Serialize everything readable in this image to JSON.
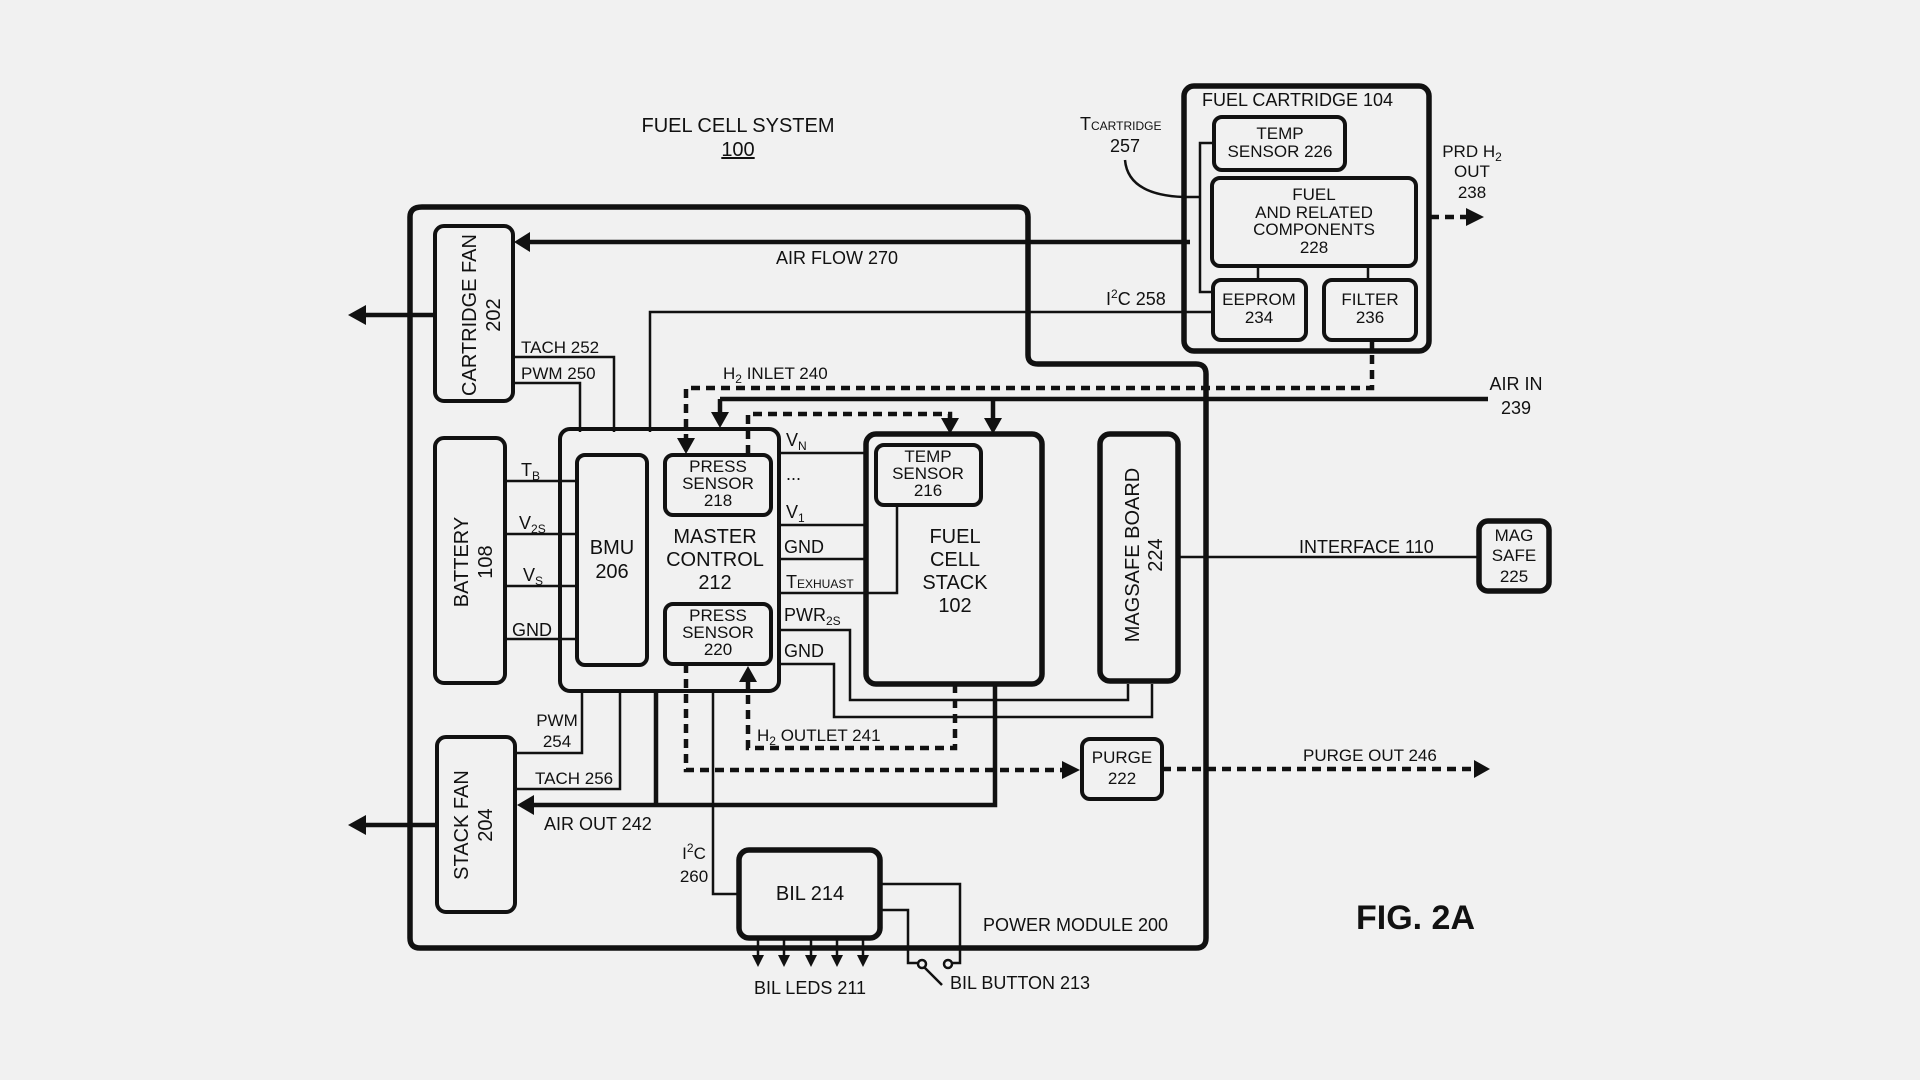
{
  "title": {
    "line1": "FUEL CELL SYSTEM",
    "ref": "100"
  },
  "figure_label": "FIG. 2A",
  "colors": {
    "background": "#f1f1f1",
    "ink": "#111111"
  },
  "power_module": {
    "label": "POWER MODULE 200"
  },
  "fuel_cartridge": {
    "label": "FUEL CARTRIDGE 104",
    "temp_sensor": {
      "line1": "TEMP",
      "line2": "SENSOR 226"
    },
    "fuel_components": {
      "line1": "FUEL",
      "line2": "AND RELATED",
      "line3": "COMPONENTS",
      "line4": "228"
    },
    "eeprom": {
      "line1": "EEPROM",
      "line2": "234"
    },
    "filter": {
      "line1": "FILTER",
      "line2": "236"
    }
  },
  "t_cartridge": {
    "main": "T",
    "sub": "CARTRIDGE",
    "ref": "257"
  },
  "prd_out": {
    "line1_main": "PRD H",
    "line1_sub": "2",
    "line2": "OUT",
    "line3": "238"
  },
  "cartridge_fan": {
    "line1": "CARTRIDGE FAN",
    "line2": "202"
  },
  "battery": {
    "line1": "BATTERY",
    "line2": "108"
  },
  "stack_fan": {
    "line1": "STACK FAN",
    "line2": "204"
  },
  "bmu": {
    "line1": "BMU",
    "line2": "206"
  },
  "master_control": {
    "line1": "MASTER",
    "line2": "CONTROL",
    "line3": "212"
  },
  "press_sensor_218": {
    "line1": "PRESS",
    "line2": "SENSOR",
    "line3": "218"
  },
  "press_sensor_220": {
    "line1": "PRESS",
    "line2": "SENSOR",
    "line3": "220"
  },
  "fuel_cell_stack": {
    "line1": "FUEL",
    "line2": "CELL",
    "line3": "STACK",
    "line4": "102"
  },
  "temp_sensor_216": {
    "line1": "TEMP",
    "line2": "SENSOR",
    "line3": "216"
  },
  "magsafe_board": {
    "line1": "MAGSAFE BOARD",
    "line2": "224"
  },
  "magsafe": {
    "line1": "MAG",
    "line2": "SAFE",
    "line3": "225"
  },
  "purge": {
    "line1": "PURGE",
    "line2": "222"
  },
  "bil": {
    "label": "BIL 214"
  },
  "signals": {
    "air_flow": "AIR FLOW 270",
    "i2c_258": {
      "main": "I",
      "sup": "2",
      "rest": "C 258"
    },
    "tach_252": "TACH 252",
    "pwm_250": "PWM 250",
    "h2_inlet": {
      "main": "H",
      "sub": "2",
      "rest": " INLET 240"
    },
    "air_in": {
      "line1": "AIR IN",
      "line2": "239"
    },
    "interface": "INTERFACE 110",
    "tb": {
      "main": "T",
      "sub": "B"
    },
    "v2s": {
      "main": "V",
      "sub": "2S"
    },
    "vs": {
      "main": "V",
      "sub": "S"
    },
    "gnd_batt": "GND",
    "vn": {
      "main": "V",
      "sub": "N"
    },
    "ellipsis": "...",
    "v1": {
      "main": "V",
      "sub": "1"
    },
    "gnd1": "GND",
    "texhaust": {
      "main": "T",
      "sub": "EXHUAST"
    },
    "pwr2s": {
      "main": "PWR",
      "sub": "2S"
    },
    "gnd2": "GND",
    "h2_outlet": {
      "main": "H",
      "sub": "2",
      "rest": " OUTLET 241"
    },
    "pwm_254": {
      "line1": "PWM",
      "line2": "254"
    },
    "tach_256": "TACH 256",
    "air_out": "AIR OUT 242",
    "purge_out": "PURGE OUT 246",
    "i2c_260": {
      "main": "I",
      "sup": "2",
      "rest": "C",
      "line2": "260"
    },
    "bil_leds": "BIL LEDS 211",
    "bil_button": "BIL BUTTON 213"
  }
}
